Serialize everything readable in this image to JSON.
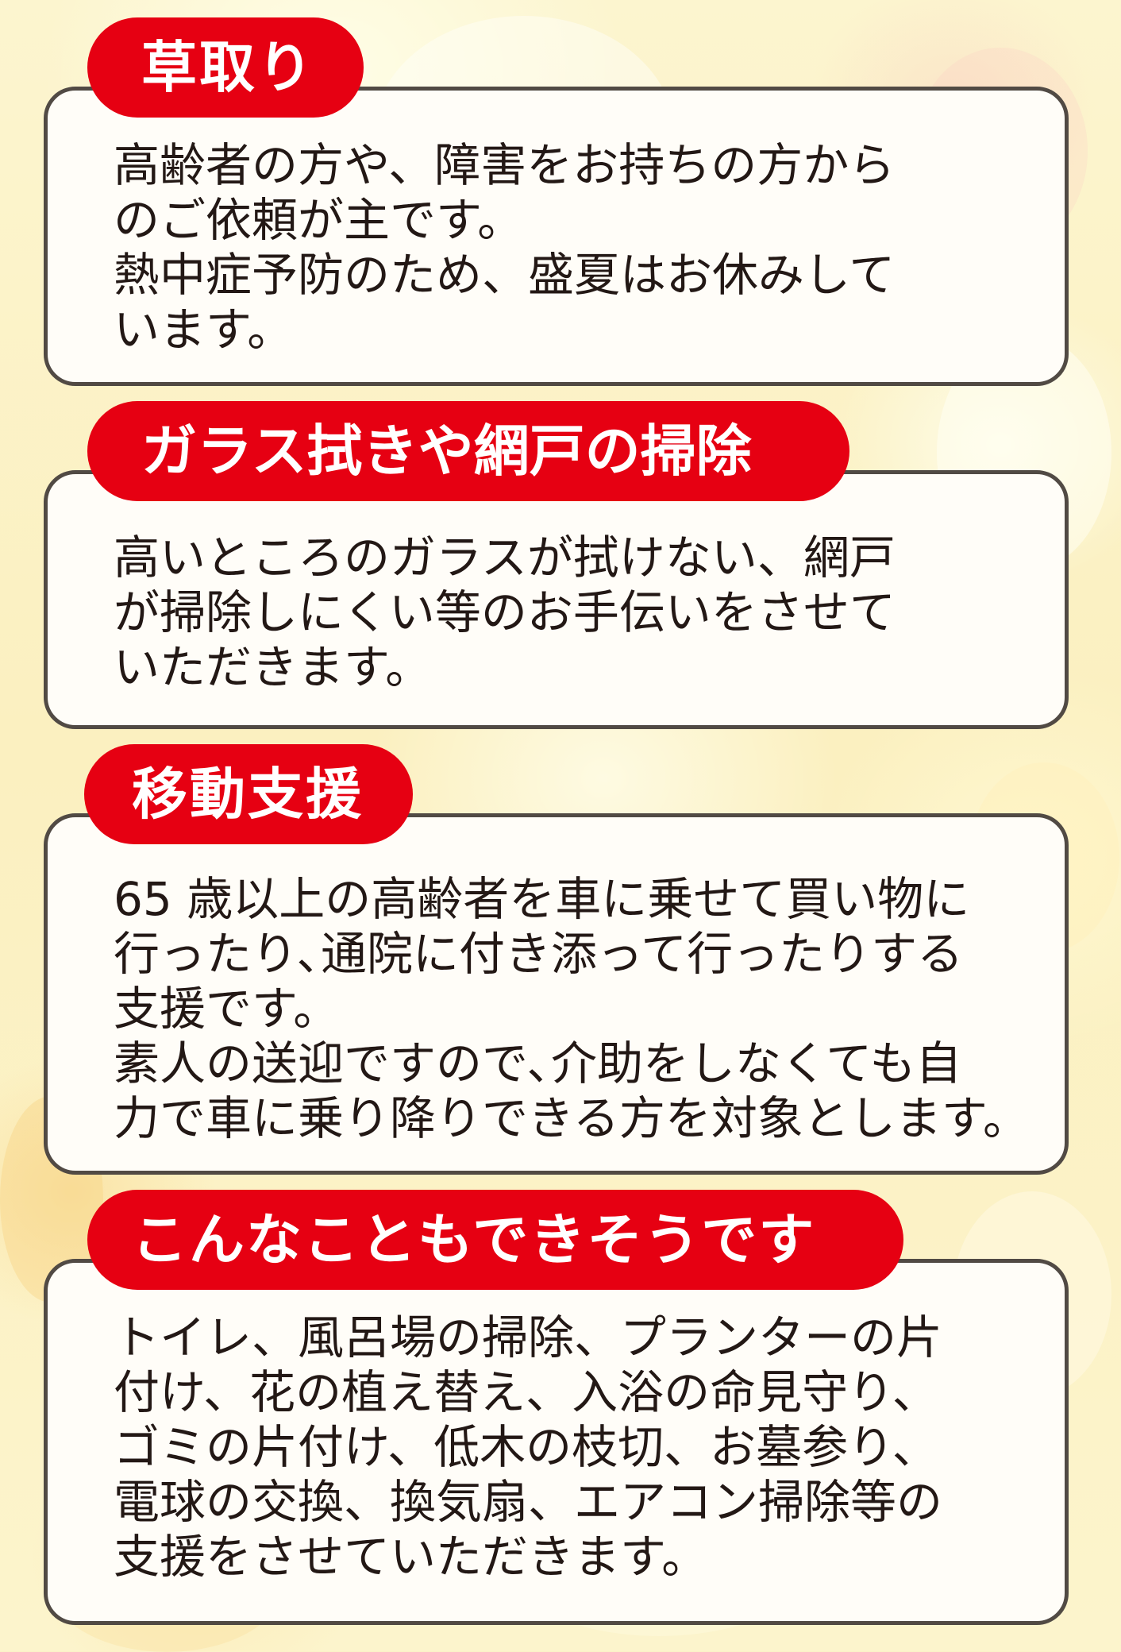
{
  "colors": {
    "tab_red": "#e60012",
    "card_border": "#514a44",
    "card_fill": "#fffdf8",
    "text": "#231815",
    "background": "#fbf3c8"
  },
  "sections": [
    {
      "title": "草取り",
      "lines": [
        "高齢者の方や、障害をお持ちの方から",
        "のご依頼が主です。",
        "熱中症予防のため、盛夏はお休みして",
        "います。"
      ]
    },
    {
      "title": "ガラス拭きや網戸の掃除",
      "lines": [
        "高いところのガラスが拭けない、網戸",
        "が掃除しにくい等のお手伝いをさせて",
        "いただきます。"
      ]
    },
    {
      "title": "移動支援",
      "lines": [
        "65 歳以上の高齢者を車に乗せて買い物に",
        "行ったり､通院に付き添って行ったりする",
        "支援です。",
        "素人の送迎ですので､介助をしなくても自",
        "力で車に乗り降りできる方を対象とします。"
      ]
    },
    {
      "title": "こんなこともできそうです",
      "lines": [
        "トイレ、風呂場の掃除、プランターの片",
        "付け、花の植え替え、入浴の命見守り、",
        "ゴミの片付け、低木の枝切、お墓参り、",
        "電球の交換、換気扇、エアコン掃除等の",
        "支援をさせていただきます。"
      ]
    }
  ]
}
